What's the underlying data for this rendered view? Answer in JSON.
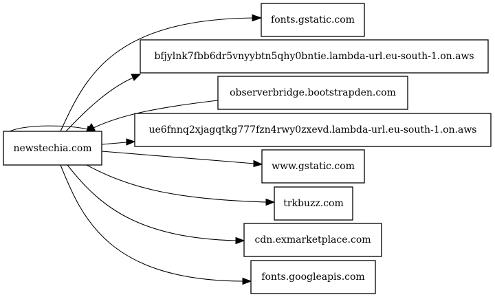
{
  "graph": {
    "source": "newstechia.com",
    "targets": [
      "fonts.gstatic.com",
      "bfjylnk7fbb6dr5vnyybtn5qhy0bntie.lambda-url.eu-south-1.on.aws",
      "observerbridge.bootstrapden.com",
      "ue6fnnq2xjagqtkg777fzn4rwy0zxevd.lambda-url.eu-south-1.on.aws",
      "www.gstatic.com",
      "trkbuzz.com",
      "cdn.exmarketplace.com",
      "fonts.googleapis.com"
    ],
    "colors": {
      "stroke": "#000000",
      "fill": "#ffffff",
      "text": "#000000"
    }
  }
}
